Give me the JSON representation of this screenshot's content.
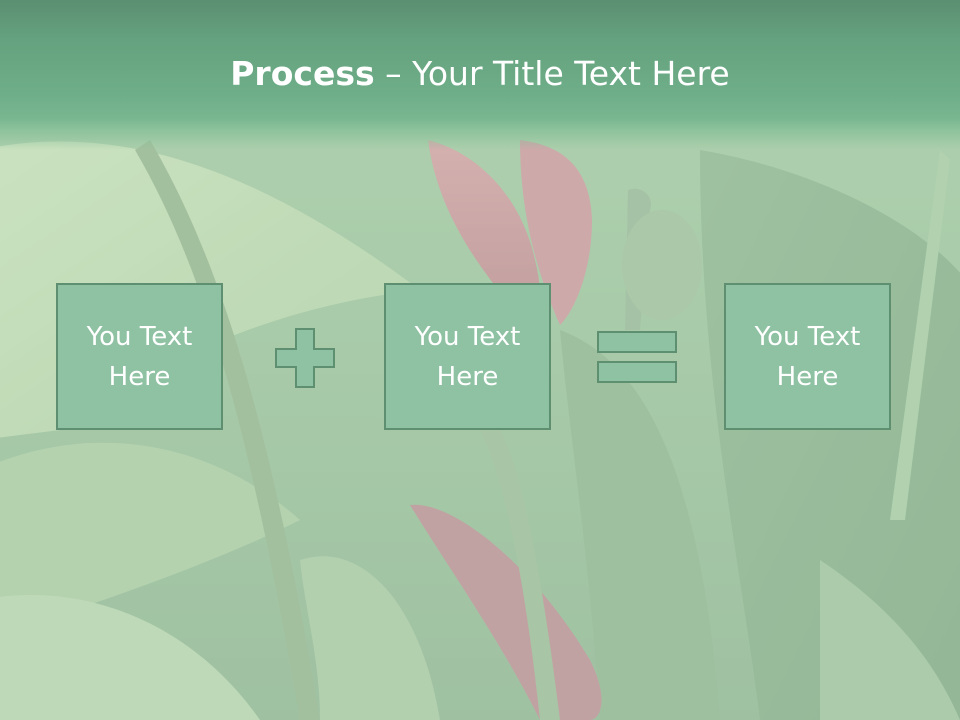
{
  "slide": {
    "title_bold": "Process",
    "title_separator": " – ",
    "title_rest": "Your Title Text Here",
    "colors": {
      "title_bar": "#6aa983",
      "box_fill": "#8ec2a2",
      "box_border": "#5e8f71",
      "text": "#ffffff"
    }
  },
  "boxes": [
    {
      "text": "You Text Here"
    },
    {
      "text": "You Text Here"
    },
    {
      "text": "You Text Here"
    }
  ],
  "operators": [
    {
      "icon": "plus-icon"
    },
    {
      "icon": "equals-icon"
    }
  ],
  "background": {
    "image": "tropical banana plant with red flower bract"
  }
}
